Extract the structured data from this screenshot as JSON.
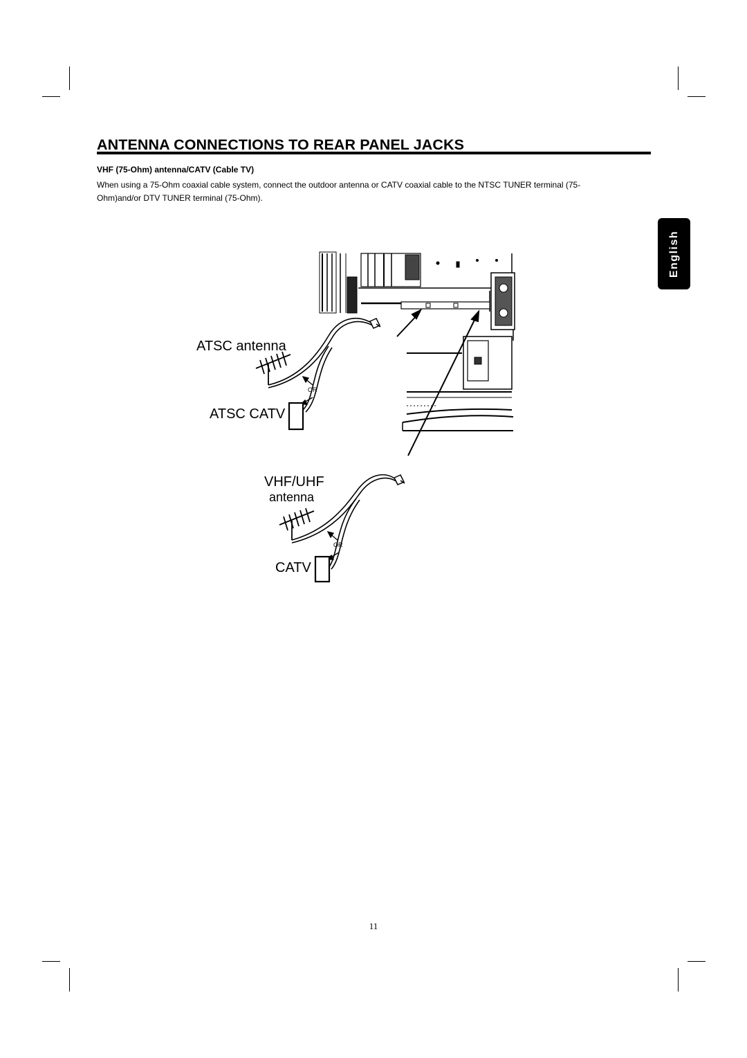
{
  "page": {
    "title": "ANTENNA CONNECTIONS TO REAR PANEL JACKS",
    "subheading": "VHF (75-Ohm) antenna/CATV (Cable TV)",
    "body": "When using a 75-Ohm coaxial cable system, connect the outdoor antenna or CATV coaxial cable to the NTSC TUNER terminal (75-Ohm)and/or DTV TUNER terminal (75-Ohm).",
    "language_tab": "English",
    "page_number": "11"
  },
  "figure": {
    "atsc_antenna_label": "ATSC antenna",
    "atsc_catv_label": "ATSC CATV",
    "vhf_uhf_label": "VHF/UHF",
    "vhf_antenna_label": "antenna",
    "catv_label": "CATV",
    "or_label_top": "OR",
    "or_label_bottom": "OR"
  }
}
